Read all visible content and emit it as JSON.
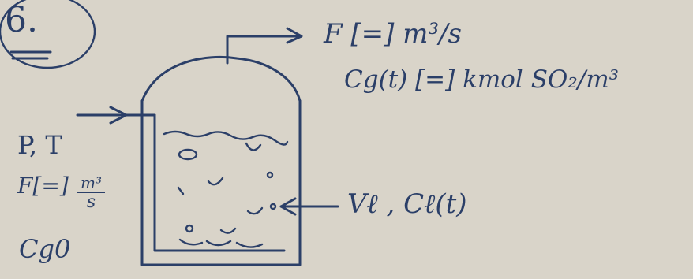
{
  "problem_number": "6.",
  "labels": {
    "outflow": "F [=] m³/s",
    "gas_concentration": "Cg(t) [=] kmol SO₂/m³",
    "inlet_conditions": "P, T",
    "feed_rate": "F[=]",
    "feed_rate_units_num": "m³",
    "feed_rate_units_den": "s",
    "inlet_gas_concentration": "Cg0",
    "liquid": "Vℓ ,  Cℓ(t)"
  },
  "colors": {
    "ink": "#2b3f68",
    "paper": "#d9d4c9"
  }
}
